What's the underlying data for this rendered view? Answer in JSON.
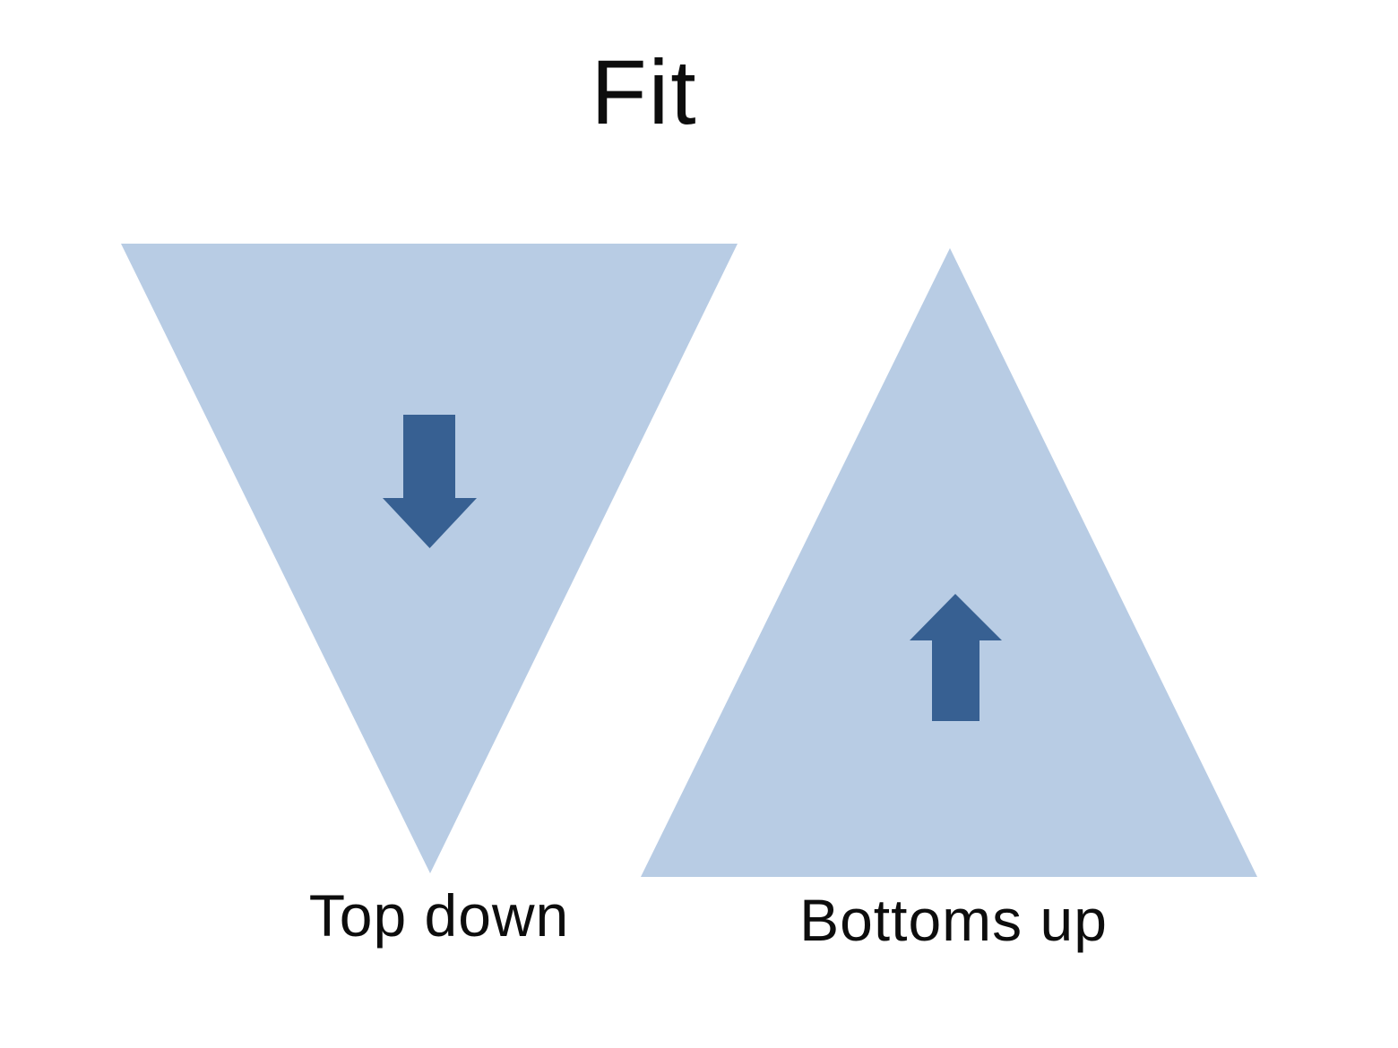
{
  "slide": {
    "title": "Fit",
    "shapes": [
      {
        "name": "top-down",
        "label": "Top down",
        "arrow_direction": "down"
      },
      {
        "name": "bottoms-up",
        "label": "Bottoms up",
        "arrow_direction": "up"
      }
    ],
    "colors": {
      "background": "#ffffff",
      "triangle_fill": "#b8cce4",
      "arrow_fill": "#376092",
      "text": "#0d0d0d"
    }
  }
}
